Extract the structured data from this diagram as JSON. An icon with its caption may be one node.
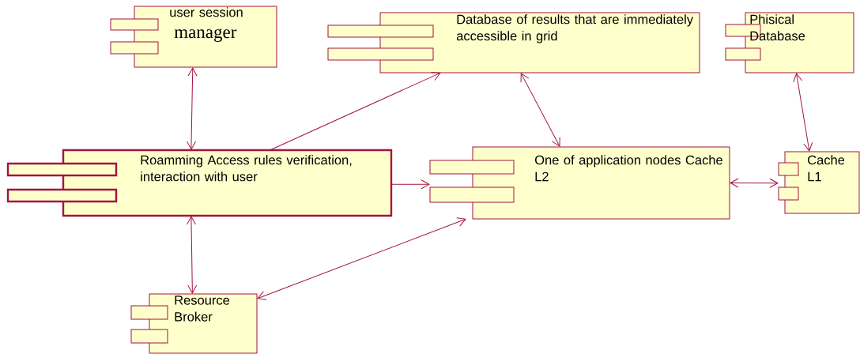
{
  "diagram": {
    "nodes": [
      {
        "text": [
          "user session",
          "manager"
        ]
      },
      {
        "text": [
          "Database of results that are immediately accessible in grid"
        ]
      },
      {
        "text": [
          "Phisical Database"
        ]
      },
      {
        "text": [
          "Roamming Access rules verification, interaction with user"
        ]
      },
      {
        "text": [
          "One of application nodes Cache L2"
        ]
      },
      {
        "text": [
          "Cache L1"
        ]
      },
      {
        "text": [
          "Resource Broker"
        ]
      }
    ],
    "edges": [
      {
        "from": 0,
        "to": 3,
        "arrow": "both"
      },
      {
        "from": 3,
        "to": 1,
        "arrow": "to"
      },
      {
        "from": 1,
        "to": 4,
        "arrow": "both"
      },
      {
        "from": 2,
        "to": 5,
        "arrow": "both"
      },
      {
        "from": 3,
        "to": 4,
        "arrow": "to"
      },
      {
        "from": 4,
        "to": 5,
        "arrow": "both"
      },
      {
        "from": 4,
        "to": 6,
        "arrow": "both"
      },
      {
        "from": 3,
        "to": 6,
        "arrow": "both"
      }
    ]
  }
}
